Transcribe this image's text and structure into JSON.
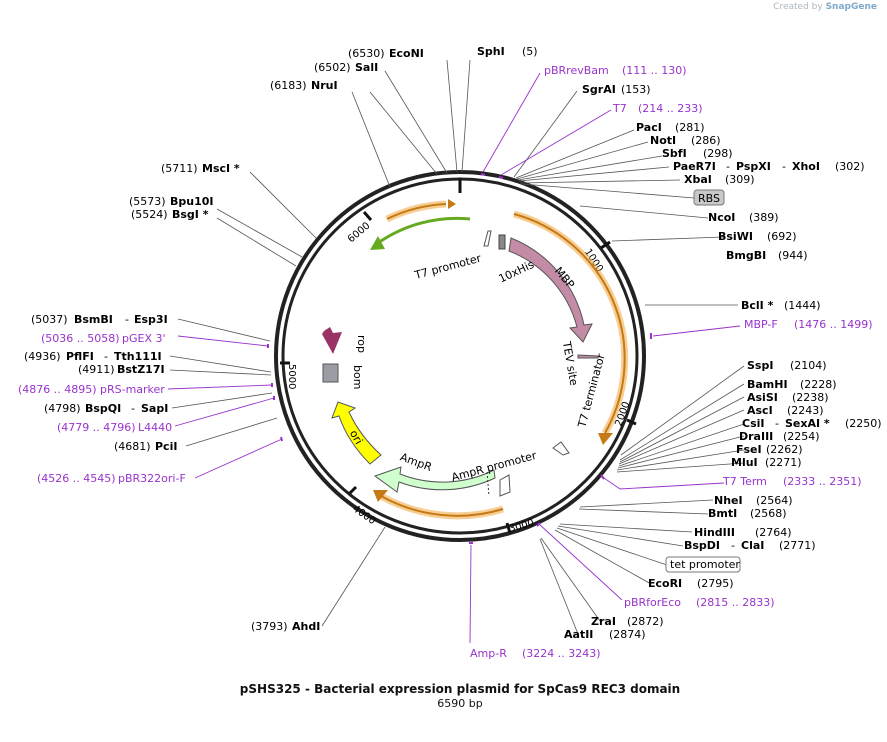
{
  "header": {
    "created_by": "Created by",
    "brand": "SnapGene"
  },
  "plasmid": {
    "title": "pSHS325 - Bacterial expression plasmid for SpCas9 REC3 domain",
    "length_label": "6590 bp",
    "tick_labels": [
      "1000",
      "2000",
      "3000",
      "4000",
      "5000",
      "6000"
    ]
  },
  "sites": {
    "sphi": {
      "name": "SphI",
      "pos": "(5)"
    },
    "econi": {
      "pos": "(6530)",
      "name": "EcoNI"
    },
    "sali": {
      "pos": "(6502)",
      "name": "SalI"
    },
    "nrui": {
      "pos": "(6183)",
      "name": "NruI"
    },
    "msci": {
      "pos": "(5711)",
      "name": "MscI *"
    },
    "bpu10i": {
      "pos": "(5573)",
      "name": "Bpu10I"
    },
    "bsgi": {
      "pos": "(5524)",
      "name": "BsgI *"
    },
    "bsmbi": {
      "pos": "(5037)",
      "name": "BsmBI",
      "name2": "Esp3I"
    },
    "pflfi": {
      "pos": "(4936)",
      "name": "PflFI",
      "name2": "Tth111I"
    },
    "bstz17i": {
      "pos": "(4911)",
      "name": "BstZ17I"
    },
    "bspqi": {
      "pos": "(4798)",
      "name": "BspQI",
      "name2": "SapI"
    },
    "pcii": {
      "pos": "(4681)",
      "name": "PciI"
    },
    "ahdi": {
      "pos": "(3793)",
      "name": "AhdI"
    },
    "sgrai": {
      "name": "SgrAI",
      "pos": "(153)"
    },
    "paci": {
      "name": "PacI",
      "pos": "(281)"
    },
    "noti": {
      "name": "NotI",
      "pos": "(286)"
    },
    "sbfi": {
      "name": "SbfI",
      "pos": "(298)"
    },
    "paer7i": {
      "name": "PaeR7I",
      "name2": "PspXI",
      "name3": "XhoI",
      "pos": "(302)"
    },
    "xbai": {
      "name": "XbaI",
      "pos": "(309)"
    },
    "ncoi": {
      "name": "NcoI",
      "pos": "(389)"
    },
    "bsiwi": {
      "name": "BsiWI",
      "pos": "(692)"
    },
    "bmgbi": {
      "name": "BmgBI",
      "pos": "(944)"
    },
    "bcli": {
      "name": "BclI *",
      "pos": "(1444)"
    },
    "sspi": {
      "name": "SspI",
      "pos": "(2104)"
    },
    "bamhi": {
      "name": "BamHI",
      "pos": "(2228)"
    },
    "asisi": {
      "name": "AsiSI",
      "pos": "(2238)"
    },
    "asci": {
      "name": "AscI",
      "pos": "(2243)"
    },
    "csii": {
      "name": "CsiI",
      "name2": "SexAI *",
      "pos": "(2250)"
    },
    "draiii": {
      "name": "DraIII",
      "pos": "(2254)"
    },
    "fsei": {
      "name": "FseI",
      "pos": "(2262)"
    },
    "mlui": {
      "name": "MluI",
      "pos": "(2271)"
    },
    "nhei": {
      "name": "NheI",
      "pos": "(2564)"
    },
    "bmti": {
      "name": "BmtI",
      "pos": "(2568)"
    },
    "hindiii": {
      "name": "HindIII",
      "pos": "(2764)"
    },
    "bspdi": {
      "name": "BspDI",
      "name2": "ClaI",
      "pos": "(2771)"
    },
    "ecori": {
      "name": "EcoRI",
      "pos": "(2795)"
    },
    "zrai": {
      "name": "ZraI",
      "pos": "(2872)"
    },
    "aatii": {
      "name": "AatII",
      "pos": "(2874)"
    }
  },
  "primers": {
    "pbrrevbam": {
      "name": "pBRrevBam",
      "range": "(111 .. 130)"
    },
    "t7": {
      "name": "T7",
      "range": "(214 .. 233)"
    },
    "mbpf": {
      "name": "MBP-F",
      "range": "(1476 .. 1499)"
    },
    "t7term": {
      "name": "T7 Term",
      "range": "(2333 .. 2351)"
    },
    "pbrforeco": {
      "name": "pBRforEco",
      "range": "(2815 .. 2833)"
    },
    "ampr": {
      "name": "Amp-R",
      "range": "(3224 .. 3243)"
    },
    "pgex3": {
      "range": "(5036 .. 5058)",
      "name": "pGEX 3'"
    },
    "prs": {
      "range": "(4876 .. 4895)",
      "name": "pRS-marker"
    },
    "l4440": {
      "range": "(4779 .. 4796)",
      "name": "L4440"
    },
    "pbr322ori": {
      "range": "(4526 .. 4545)",
      "name": "pBR322ori-F"
    }
  },
  "boxed": {
    "rbs": "RBS",
    "tet_promoter": "tet promoter"
  },
  "features": {
    "t7_promoter": "T7 promoter",
    "his": "10xHis",
    "mbp": "MBP",
    "tev": "TEV site",
    "t7_terminator": "T7 terminator",
    "ampr_promoter": "AmpR promoter",
    "ampr": "AmpR",
    "ori": "ori",
    "bom": "bom",
    "rop": "rop"
  },
  "colors": {
    "backbone": "#222222",
    "primer": "#9933cc",
    "mbp_fill": "#c48ba6",
    "ampr_fill": "#cfffcc",
    "ori_fill": "#ffff00",
    "rop_fill": "#993366",
    "bom_fill": "#999999",
    "orange_arc": "#f0a63a",
    "green_arc": "#66aa22"
  }
}
